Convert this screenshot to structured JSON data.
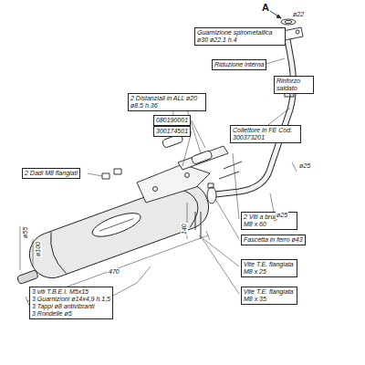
{
  "diagram": {
    "nodes": [
      {
        "text": [
          "Guarnizione spirometallica ø30 ø22.1 h.4"
        ]
      },
      {
        "text": [
          "Riduzione interna"
        ]
      },
      {
        "text": [
          "Rinforzo saldato"
        ]
      },
      {
        "text": [
          "2 Distanziali in ALL ø20 ø8.5 h.36"
        ]
      },
      {
        "text": [
          "080190001"
        ]
      },
      {
        "text": [
          "300174501"
        ]
      },
      {
        "text": [
          "Collettore in FE Cod. 300373201"
        ]
      },
      {
        "text": [
          "2 Dadi M8 flangiati"
        ]
      },
      {
        "text": [
          "2 Viti a brugola M8 x 60"
        ]
      },
      {
        "text": [
          "Fascetta in ferro ø43"
        ]
      },
      {
        "text": [
          "Vite T.E. flangiata M8 x 25"
        ]
      },
      {
        "text": [
          "Vite T.E. flangiata M8 x 35"
        ]
      },
      {
        "text": [
          "3 viti T.B.E.I. M5x15",
          "3 Guarnizioni ø14x4,9 h.1,5",
          "3 Tappi ø8 antivibranti",
          "3 Rondelle ø5"
        ]
      }
    ],
    "labels": [
      "A",
      "ø22",
      "ø25",
      "ø25",
      "ø55",
      "ø100",
      "470",
      "140"
    ]
  }
}
